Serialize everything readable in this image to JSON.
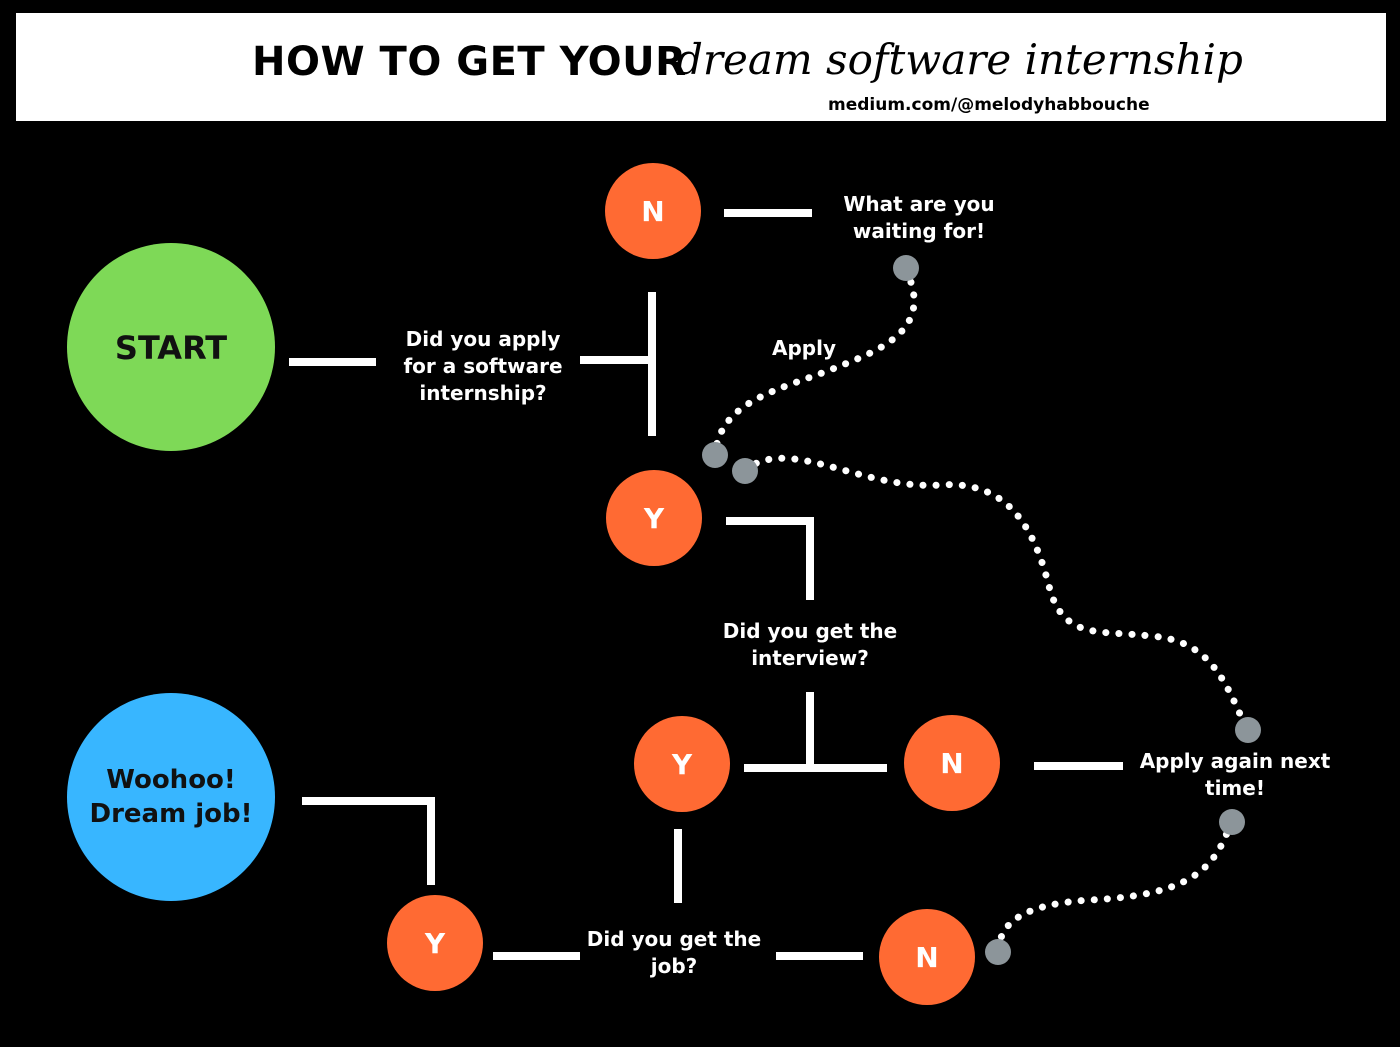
{
  "header": {
    "title_main": "HOW TO GET YOUR",
    "title_script": "dream software internship",
    "source": "medium.com/@melodyhabbouche"
  },
  "nodes": {
    "start": "START",
    "dream_line1": "Woohoo!",
    "dream_line2": "Dream job!",
    "n_top": "N",
    "y_apply": "Y",
    "y_interview": "Y",
    "n_interview": "N",
    "y_job": "Y",
    "n_job": "N"
  },
  "labels": {
    "apply_question_l1": "Did you apply",
    "apply_question_l2": "for a software",
    "apply_question_l3": "internship?",
    "waiting_l1": "What are you",
    "waiting_l2": "waiting for!",
    "apply": "Apply",
    "interview_question_l1": "Did you get the",
    "interview_question_l2": "interview?",
    "apply_again_l1": "Apply again next",
    "apply_again_l2": "time!",
    "job_question_l1": "Did you get the",
    "job_question_l2": "job?"
  },
  "colors": {
    "start": "#7ED957",
    "dream": "#38B6FF",
    "decision": "#FF6A33",
    "connector": "#FFFFFF",
    "dot": "#8C959A"
  }
}
